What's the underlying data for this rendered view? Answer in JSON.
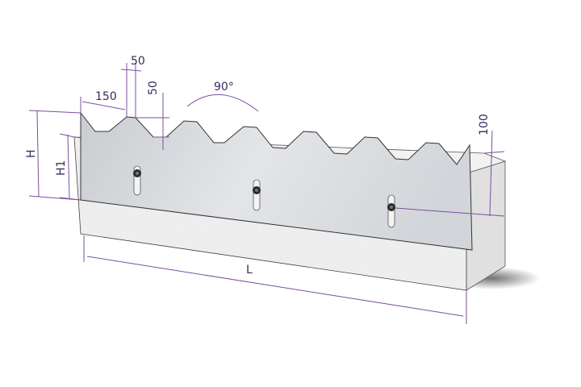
{
  "diagram": {
    "labels": {
      "tooth_width": "150",
      "tooth_top": "50",
      "tooth_depth": "50",
      "angle": "90°",
      "height": "H",
      "height_lower": "H1",
      "length": "L",
      "block_offset": "100"
    },
    "colors": {
      "dimension": "#7a4fa0",
      "plate": "#d9dcdf",
      "concrete": "#ececec",
      "outline": "#333333",
      "bolt": "#2b2b2b"
    }
  }
}
